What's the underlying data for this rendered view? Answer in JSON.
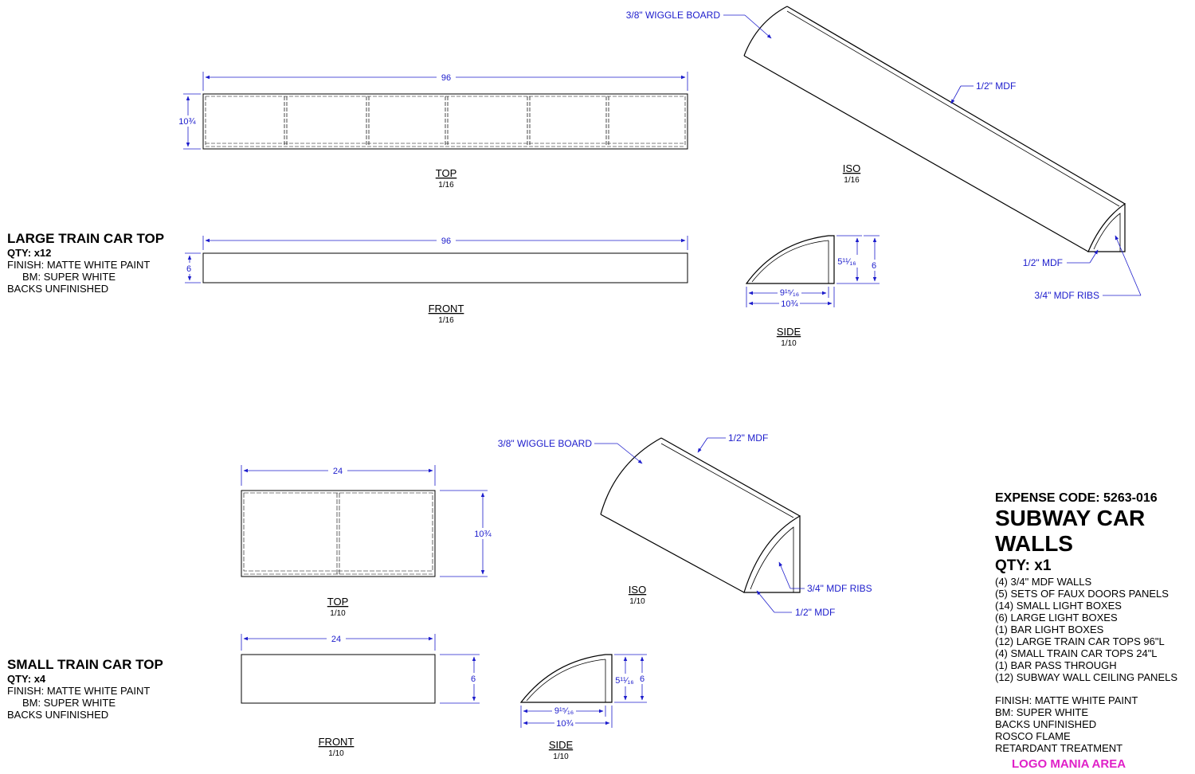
{
  "large": {
    "title": "LARGE TRAIN CAR TOP",
    "qty": "QTY: x12",
    "finish": "FINISH: MATTE WHITE PAINT",
    "bm": "BM: SUPER WHITE",
    "backs": "BACKS UNFINISHED",
    "top_view": {
      "label": "TOP",
      "scale": "1/16",
      "dim_length": "96",
      "dim_width": "10¾"
    },
    "front_view": {
      "label": "FRONT",
      "scale": "1/16",
      "dim_length": "96",
      "dim_height": "6"
    },
    "side_view": {
      "label": "SIDE",
      "scale": "1/10",
      "dim_inner_height": "5¹¹⁄₁₆",
      "dim_height": "6",
      "dim_inner_width": "9¹⁵⁄₁₆",
      "dim_width": "10¾"
    },
    "iso_view": {
      "label": "ISO",
      "scale": "1/16",
      "callout_wiggle": "3/8\" WIGGLE BOARD",
      "callout_mdf_top": "1/2\" MDF",
      "callout_mdf_bottom": "1/2\" MDF",
      "callout_ribs": "3/4\" MDF RIBS"
    }
  },
  "small": {
    "title": "SMALL TRAIN CAR TOP",
    "qty": "QTY: x4",
    "finish": "FINISH: MATTE WHITE PAINT",
    "bm": "BM: SUPER WHITE",
    "backs": "BACKS UNFINISHED",
    "top_view": {
      "label": "TOP",
      "scale": "1/10",
      "dim_length": "24",
      "dim_width": "10¾"
    },
    "front_view": {
      "label": "FRONT",
      "scale": "1/10",
      "dim_length": "24",
      "dim_height": "6"
    },
    "side_view": {
      "label": "SIDE",
      "scale": "1/10",
      "dim_inner_height": "5¹¹⁄₁₆",
      "dim_height": "6",
      "dim_inner_width": "9¹⁵⁄₁₆",
      "dim_width": "10¾"
    },
    "iso_view": {
      "label": "ISO",
      "scale": "1/10",
      "callout_wiggle": "3/8\" WIGGLE BOARD",
      "callout_mdf_top": "1/2\" MDF",
      "callout_ribs": "3/4\" MDF RIBS",
      "callout_mdf_bottom": "1/2\" MDF"
    }
  },
  "title_block": {
    "expense_code": "EXPENSE CODE: 5263-016",
    "title_line1": "SUBWAY CAR",
    "title_line2": "WALLS",
    "qty": "QTY: x1",
    "items": [
      "(4) 3/4\" MDF WALLS",
      "(5) SETS OF FAUX DOORS PANELS",
      "(14) SMALL LIGHT BOXES",
      "(6) LARGE LIGHT BOXES",
      "(1) BAR LIGHT BOXES",
      "(12) LARGE TRAIN CAR TOPS 96\"L",
      "(4) SMALL TRAIN CAR TOPS 24\"L",
      "(1) BAR PASS THROUGH",
      "(12) SUBWAY WALL CEILING PANELS"
    ],
    "notes": [
      "FINISH: MATTE WHITE PAINT",
      "BM: SUPER WHITE",
      "BACKS UNFINISHED",
      "ROSCO FLAME",
      "RETARDANT TREATMENT"
    ],
    "logo_area": "LOGO MANIA AREA"
  },
  "colors": {
    "dimension": "#1c1ccc",
    "line": "#000000",
    "logo": "#e020c8",
    "background": "#ffffff"
  }
}
